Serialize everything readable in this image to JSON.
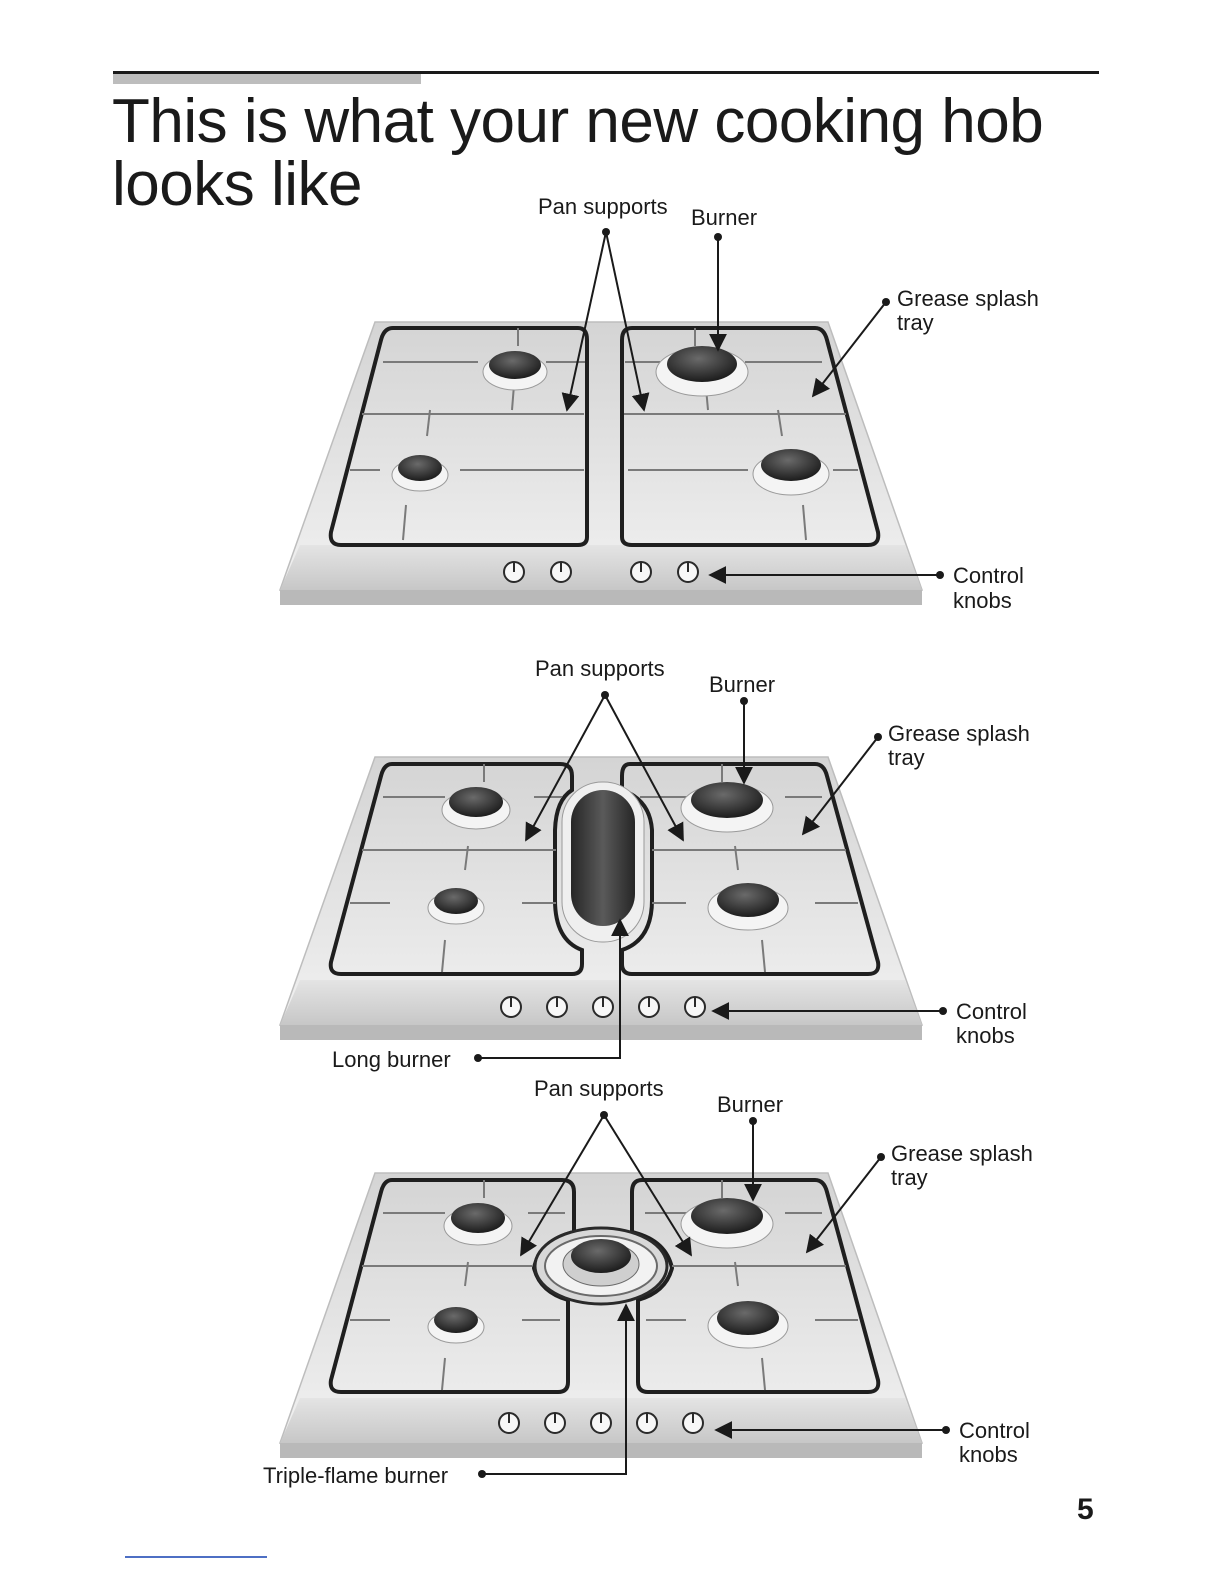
{
  "page": {
    "title_line1": "This is what your new cooking hob",
    "title_line2": "looks like",
    "page_number": "5"
  },
  "hobs": [
    {
      "variant": "four-burner hob",
      "labels": {
        "pan_supports": "Pan supports",
        "burner": "Burner",
        "grease_tray_1": "Grease splash",
        "grease_tray_2": "tray",
        "control_knobs_1": "Control",
        "control_knobs_2": "knobs"
      },
      "knob_count": 4
    },
    {
      "variant": "hob with long burner",
      "labels": {
        "pan_supports": "Pan supports",
        "burner": "Burner",
        "grease_tray_1": "Grease splash",
        "grease_tray_2": "tray",
        "control_knobs_1": "Control",
        "control_knobs_2": "knobs",
        "special_burner": "Long burner"
      },
      "knob_count": 5
    },
    {
      "variant": "hob with triple-flame burner",
      "labels": {
        "pan_supports": "Pan supports",
        "burner": "Burner",
        "grease_tray_1": "Grease splash",
        "grease_tray_2": "tray",
        "control_knobs_1": "Control",
        "control_knobs_2": "knobs",
        "special_burner": "Triple-flame burner"
      },
      "knob_count": 5
    }
  ]
}
